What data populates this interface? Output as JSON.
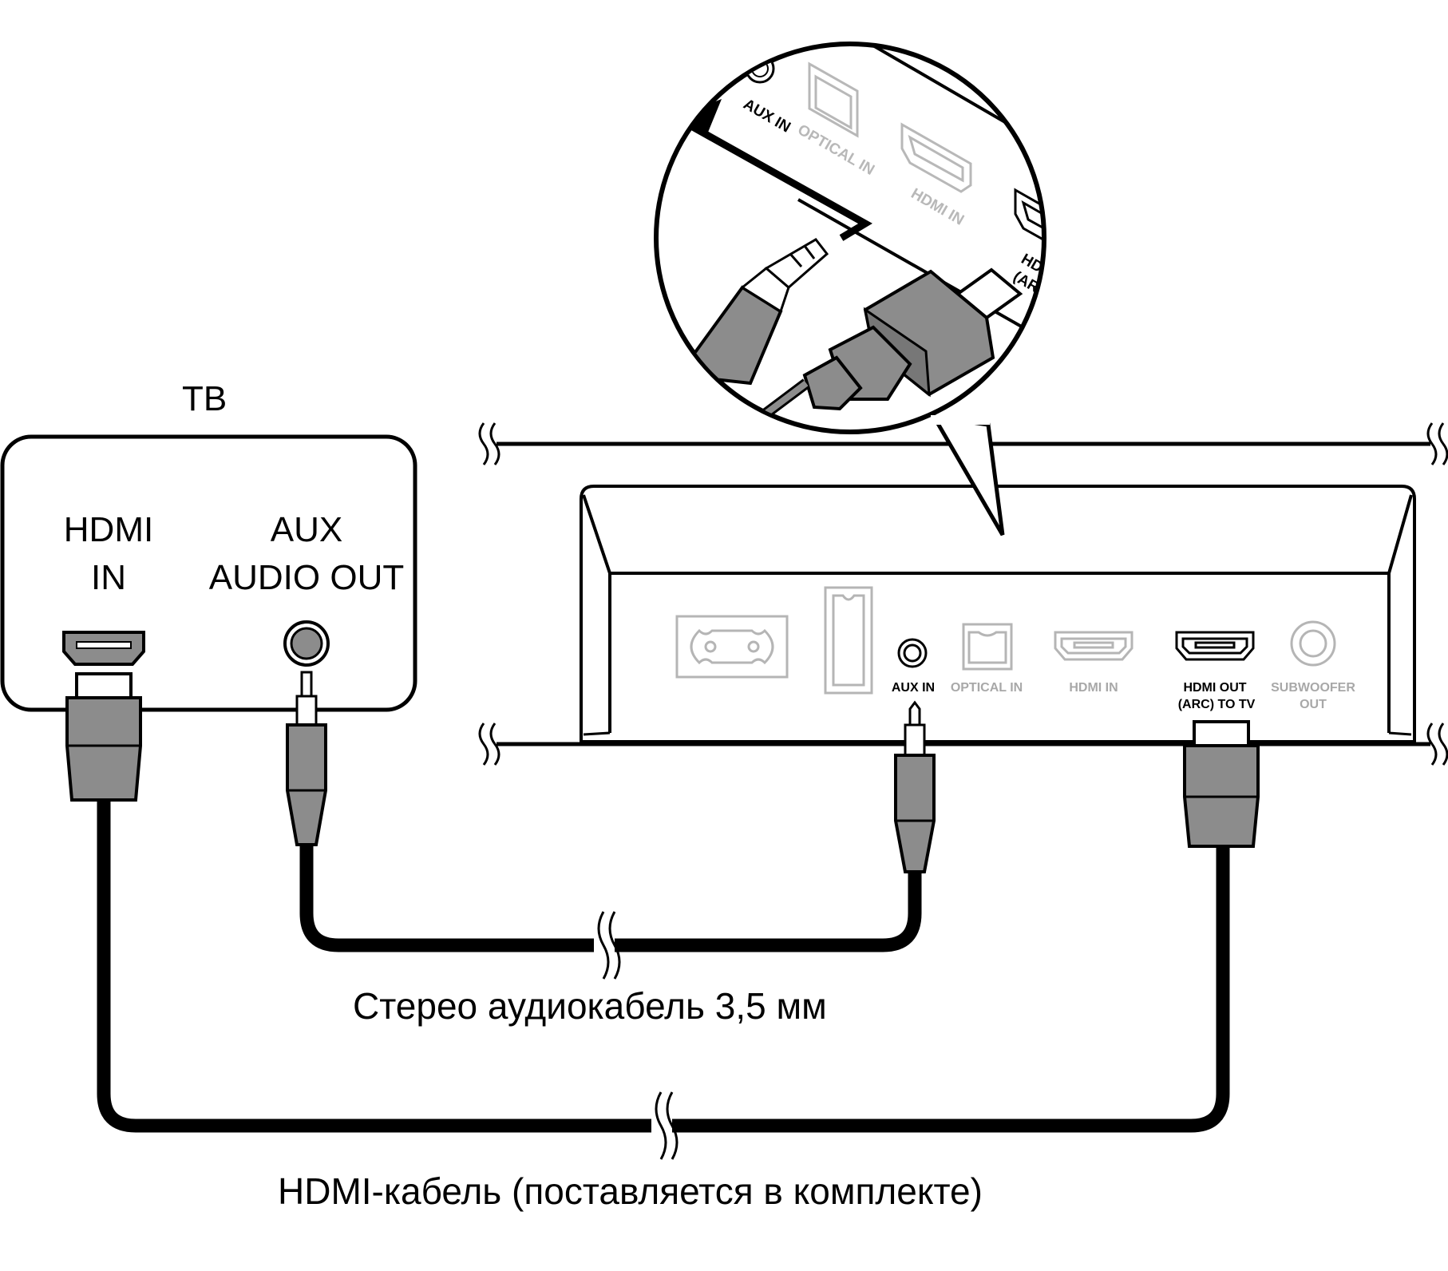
{
  "tv": {
    "title": "ТВ",
    "hdmi_label_1": "HDMI",
    "hdmi_label_2": "IN",
    "aux_label_1": "AUX",
    "aux_label_2": "AUDIO OUT"
  },
  "soundbar_panel": {
    "aux_in": "AUX IN",
    "optical_in": "OPTICAL IN",
    "hdmi_in": "HDMI IN",
    "hdmi_out_1": "HDMI OUT",
    "hdmi_out_2": "(ARC) TO TV",
    "subwoofer_1": "SUBWOOFER",
    "subwoofer_2": "OUT"
  },
  "zoom": {
    "aux_in": "AUX IN",
    "optical_in": "OPTICAL IN",
    "hdmi_in": "HDMI IN",
    "hdmi_out_1": "HDMI OUT",
    "hdmi_out_2": "(ARC) TO T"
  },
  "cables": {
    "audio_caption": "Стерео аудиокабель 3,5 мм",
    "hdmi_caption": "HDMI-кабель (поставляется в комплекте)"
  },
  "colors": {
    "ink": "#000000",
    "plug_fill": "#8c8c8c",
    "inactive_port": "#b5b5b5",
    "background": "#ffffff"
  }
}
